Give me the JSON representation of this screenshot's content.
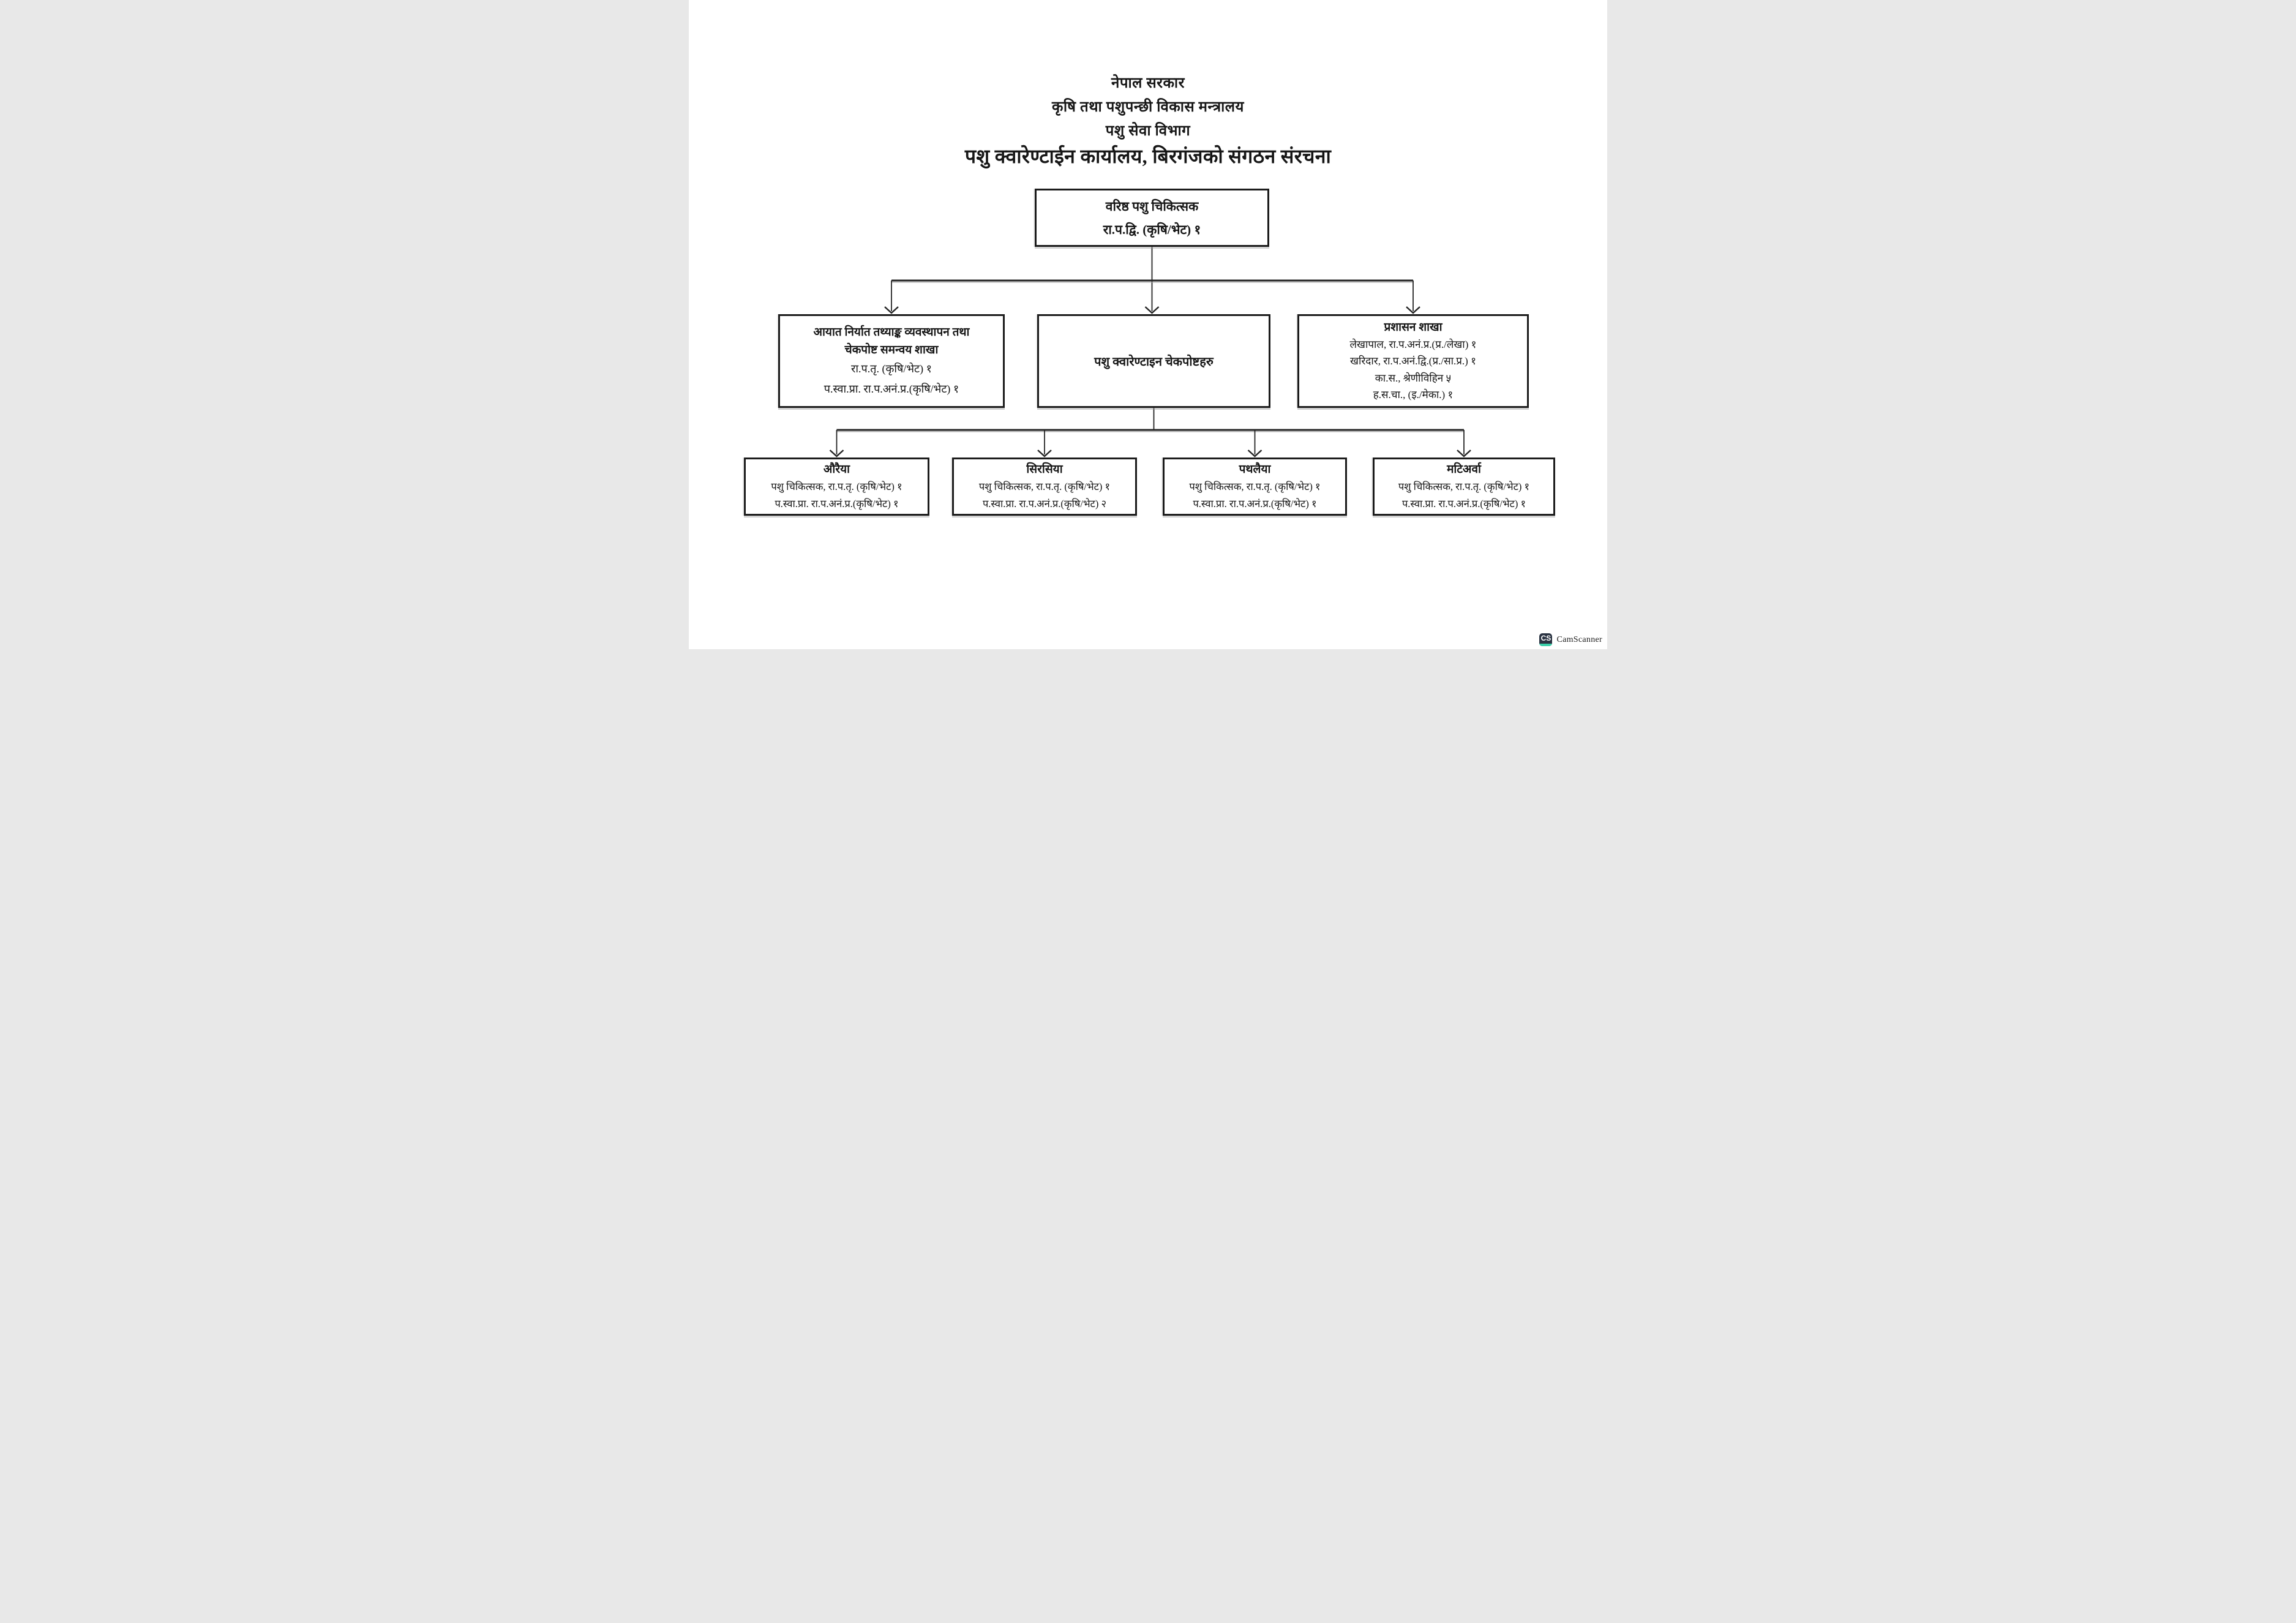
{
  "page": {
    "background": "#ffffff",
    "ink": "#1c1c1c"
  },
  "header": {
    "line1": "नेपाल सरकार",
    "line2": "कृषि तथा पशुपन्छी विकास मन्त्रालय",
    "line3": "पशु सेवा विभाग",
    "title": "पशु क्वारेण्टाईन कार्यालय, बिरगंजको संगठन संरचना"
  },
  "org": {
    "root": {
      "line1": "वरिष्ठ पशु चिकित्सक",
      "line2": "रा.प.द्वि. (कृषि/भेट) १"
    },
    "level2": [
      {
        "title1": "आयात निर्यात तथ्याङ्क व्यवस्थापन तथा",
        "title2": "चेकपोष्ट समन्वय शाखा",
        "line1": "रा.प.तृ. (कृषि/भेट) १",
        "line2": "प.स्वा.प्रा. रा.प.अनं.प्र.(कृषि/भेट) १"
      },
      {
        "title1": "पशु क्वारेण्टाइन चेकपोष्टहरु"
      },
      {
        "title1": "प्रशासन शाखा",
        "line1": "लेखापाल, रा.प.अनं.प्र.(प्र./लेखा) १",
        "line2": "खरिदार, रा.प.अनं.द्वि.(प्र./सा.प्र.) १",
        "line3": "का.स., श्रेणीविहिन ५",
        "line4": "ह.स.चा., (इ./मेका.) १"
      }
    ],
    "level3": [
      {
        "title": "औरैया",
        "line1": "पशु चिकित्सक, रा.प.तृ. (कृषि/भेट) १",
        "line2": "प.स्वा.प्रा. रा.प.अनं.प्र.(कृषि/भेट) १"
      },
      {
        "title": "सिरसिया",
        "line1": "पशु चिकित्सक, रा.प.तृ. (कृषि/भेट) १",
        "line2": "प.स्वा.प्रा. रा.प.अनं.प्र.(कृषि/भेट) २"
      },
      {
        "title": "पथलैया",
        "line1": "पशु चिकित्सक, रा.प.तृ. (कृषि/भेट) १",
        "line2": "प.स्वा.प्रा. रा.प.अनं.प्र.(कृषि/भेट) १"
      },
      {
        "title": "मटिअर्वा",
        "line1": "पशु चिकित्सक, रा.प.तृ. (कृषि/भेट) १",
        "line2": "प.स्वा.प्रा. रा.प.अनं.प्र.(कृषि/भेट) १"
      }
    ]
  },
  "watermark": {
    "icon_text": "CS",
    "label": "CamScanner",
    "icon_bg": "#2a3342",
    "icon_accent": "#3ad0a9"
  }
}
